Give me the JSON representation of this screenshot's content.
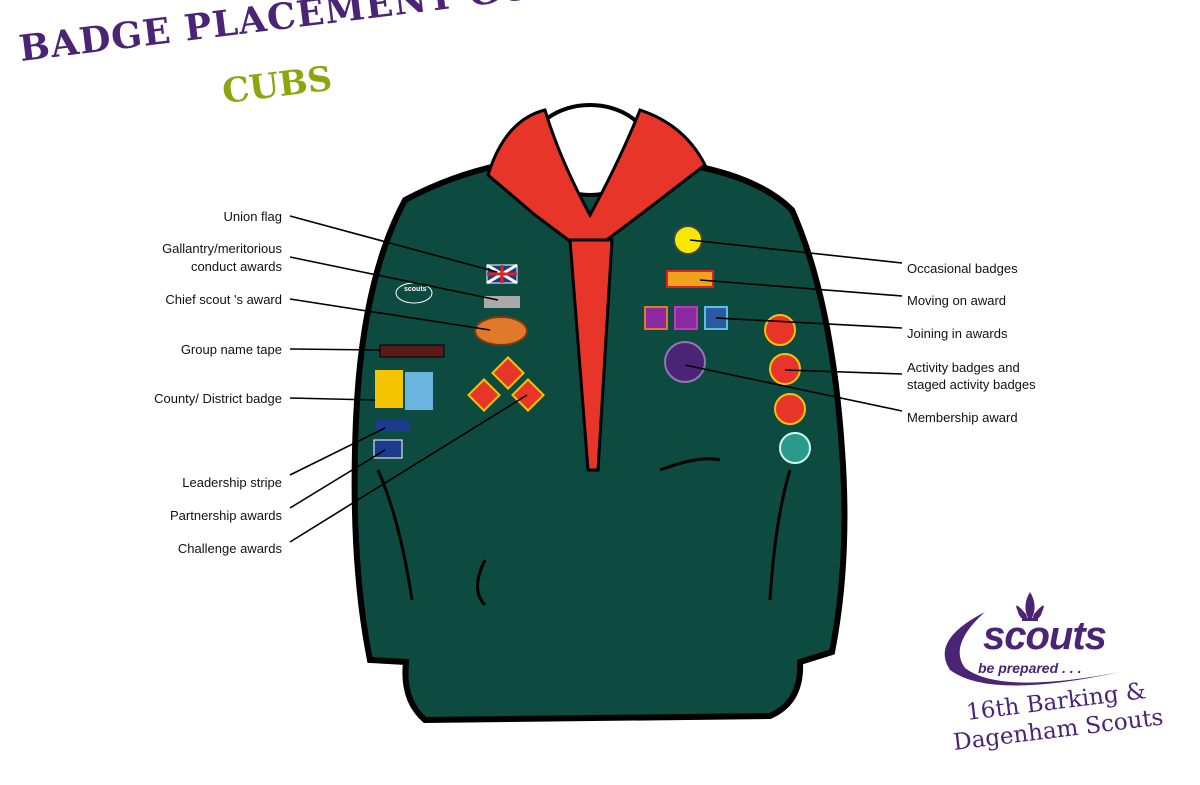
{
  "title": {
    "main": "BADGE PLACEMENT GUIDE",
    "section": "CUBS"
  },
  "left_labels": [
    {
      "text": "Union flag"
    },
    {
      "text": "Gallantry/meritorious",
      "text2": "conduct awards"
    },
    {
      "text": "Chief scout 's award"
    },
    {
      "text": "Group name tape"
    },
    {
      "text": "County/ District badge"
    },
    {
      "text": "Leadership stripe"
    },
    {
      "text": "Partnership awards"
    },
    {
      "text": "Challenge awards"
    }
  ],
  "right_labels": [
    {
      "text": "Occasional badges"
    },
    {
      "text": "Moving on award"
    },
    {
      "text": "Joining in awards"
    },
    {
      "text": "Activity badges and",
      "text2": "staged activity badges"
    },
    {
      "text": "Membership award"
    }
  ],
  "sleeve_badge": "scouts",
  "logo": {
    "word": "scouts",
    "tagline": "be prepared . . .",
    "icon": "fleur-de-lis-icon"
  },
  "group": {
    "line1": "16th Barking &",
    "line2": "Dagenham Scouts"
  },
  "colors": {
    "purple": "#4b2475",
    "lime": "#8aa80d",
    "jumper": "#0d4a3f",
    "necker": "#e8352a"
  }
}
